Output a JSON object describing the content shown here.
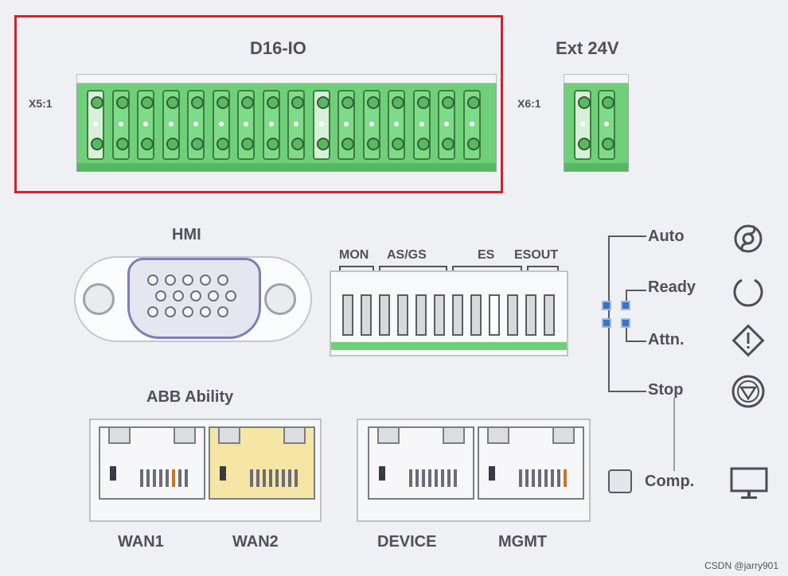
{
  "connectors": {
    "d16_io": "D16-IO",
    "ext_24v": "Ext 24V",
    "x5": "X5:1",
    "x6": "X6:1",
    "hmi": "HMI",
    "abb_ability": "ABB Ability"
  },
  "header_groups": [
    "MON",
    "AS/GS",
    "ES",
    "ESOUT"
  ],
  "status": {
    "auto": "Auto",
    "ready": "Ready",
    "attn": "Attn.",
    "stop": "Stop",
    "comp": "Comp."
  },
  "ports": [
    "WAN1",
    "WAN2",
    "DEVICE",
    "MGMT"
  ],
  "watermark": "CSDN @jarry901",
  "colors": {
    "highlight": "#d6202c",
    "terminal_green": "#6fd07a",
    "led_blue": "#3c72c4"
  },
  "icons": [
    "auto-icon",
    "ready-icon",
    "attn-icon",
    "stop-icon",
    "monitor-icon"
  ]
}
